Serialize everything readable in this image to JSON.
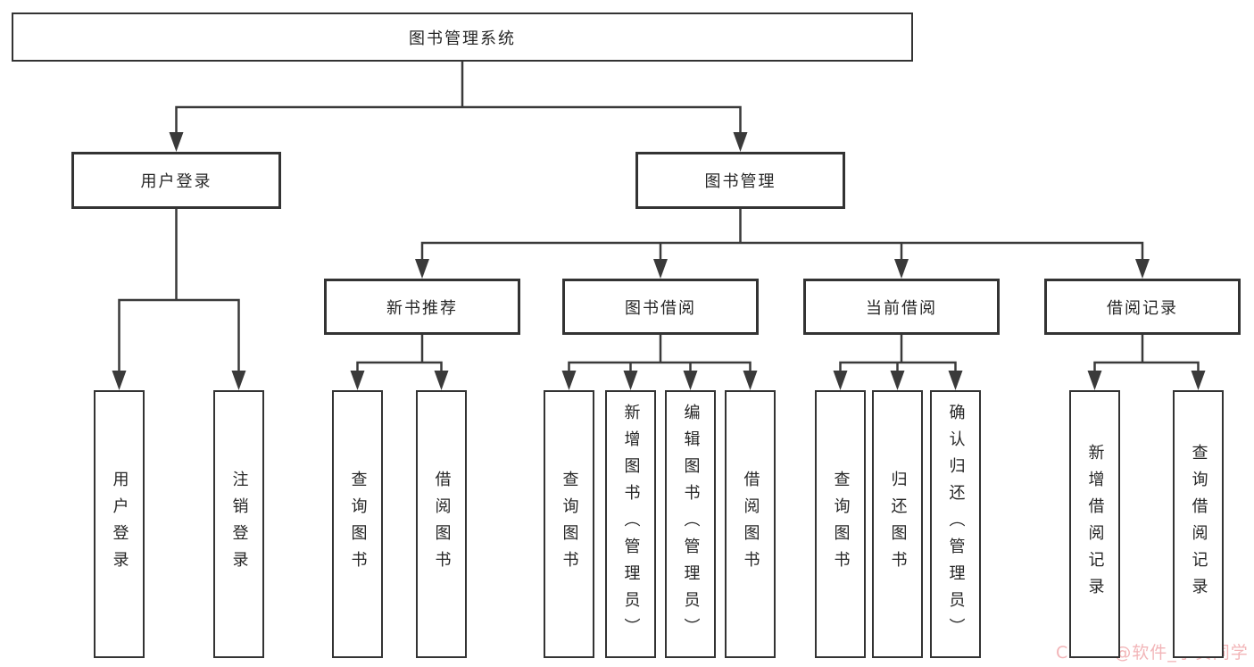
{
  "diagram": {
    "root": {
      "label": "图书管理系统"
    },
    "branches": [
      {
        "label": "用户登录",
        "children": [
          {
            "label": "用户登录"
          },
          {
            "label": "注销登录"
          }
        ]
      },
      {
        "label": "图书管理",
        "children": [
          {
            "label": "新书推荐",
            "children": [
              {
                "label": "查询图书"
              },
              {
                "label": "借阅图书"
              }
            ]
          },
          {
            "label": "图书借阅",
            "children": [
              {
                "label": "查询图书"
              },
              {
                "label": "新增图书（管理员）"
              },
              {
                "label": "编辑图书（管理员）"
              },
              {
                "label": "借阅图书"
              }
            ]
          },
          {
            "label": "当前借阅",
            "children": [
              {
                "label": "查询图书"
              },
              {
                "label": "归还图书"
              },
              {
                "label": "确认归还（管理员）"
              }
            ]
          },
          {
            "label": "借阅记录",
            "children": [
              {
                "label": "新增借阅记录"
              },
              {
                "label": "查询借阅记录"
              }
            ]
          }
        ]
      }
    ]
  },
  "watermark": {
    "text": "CSDN @软件_小贺同学"
  },
  "colors": {
    "line": "#3a3a3a",
    "box_border": "#333333",
    "background": "#ffffff",
    "text": "#262626",
    "watermark": "#f2b5b8"
  }
}
